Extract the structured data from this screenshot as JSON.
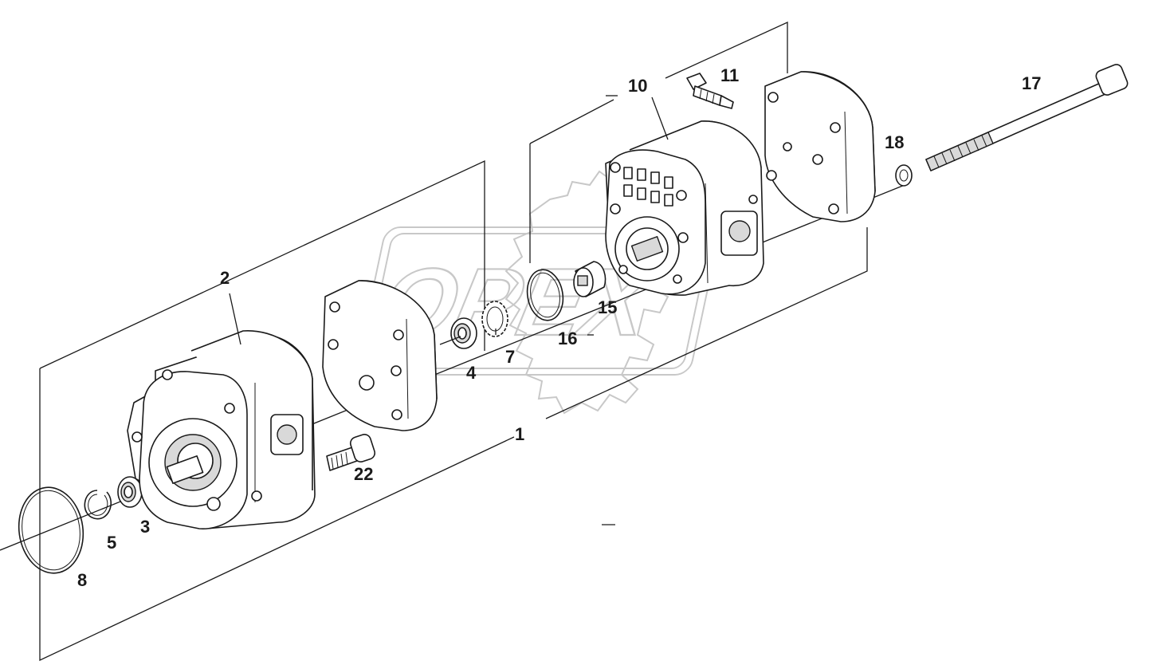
{
  "watermark": {
    "text": "OPEX"
  },
  "callouts": [
    {
      "id": "1",
      "label": "1"
    },
    {
      "id": "2",
      "label": "2"
    },
    {
      "id": "3",
      "label": "3"
    },
    {
      "id": "4",
      "label": "4"
    },
    {
      "id": "5",
      "label": "5"
    },
    {
      "id": "7",
      "label": "7"
    },
    {
      "id": "8",
      "label": "8"
    },
    {
      "id": "10",
      "label": "10"
    },
    {
      "id": "11",
      "label": "11"
    },
    {
      "id": "15",
      "label": "15"
    },
    {
      "id": "16",
      "label": "16"
    },
    {
      "id": "17",
      "label": "17"
    },
    {
      "id": "18",
      "label": "18"
    },
    {
      "id": "22",
      "label": "22"
    }
  ]
}
